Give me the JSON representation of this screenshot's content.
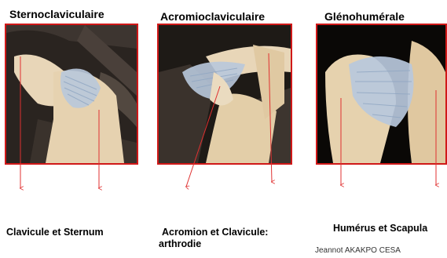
{
  "panels": [
    {
      "title": "Sternoclaviculaire",
      "caption_line1": "Clavicule et Sternum",
      "caption_line2": ""
    },
    {
      "title": "Acromioclaviculaire",
      "caption_line1": "Acromion et Clavicule:",
      "caption_line2": "arthrodie"
    },
    {
      "title": "Glénohumérale",
      "caption_line1": "Humérus et Scapula",
      "caption_line2": ""
    }
  ],
  "credit": "Jeannot AKAKPO CESA",
  "colors": {
    "frame": "#d01818",
    "arrow": "#e03030",
    "bone": "#e8d2b0",
    "ligament": "#b8c8dc",
    "background": "#1a1410"
  }
}
